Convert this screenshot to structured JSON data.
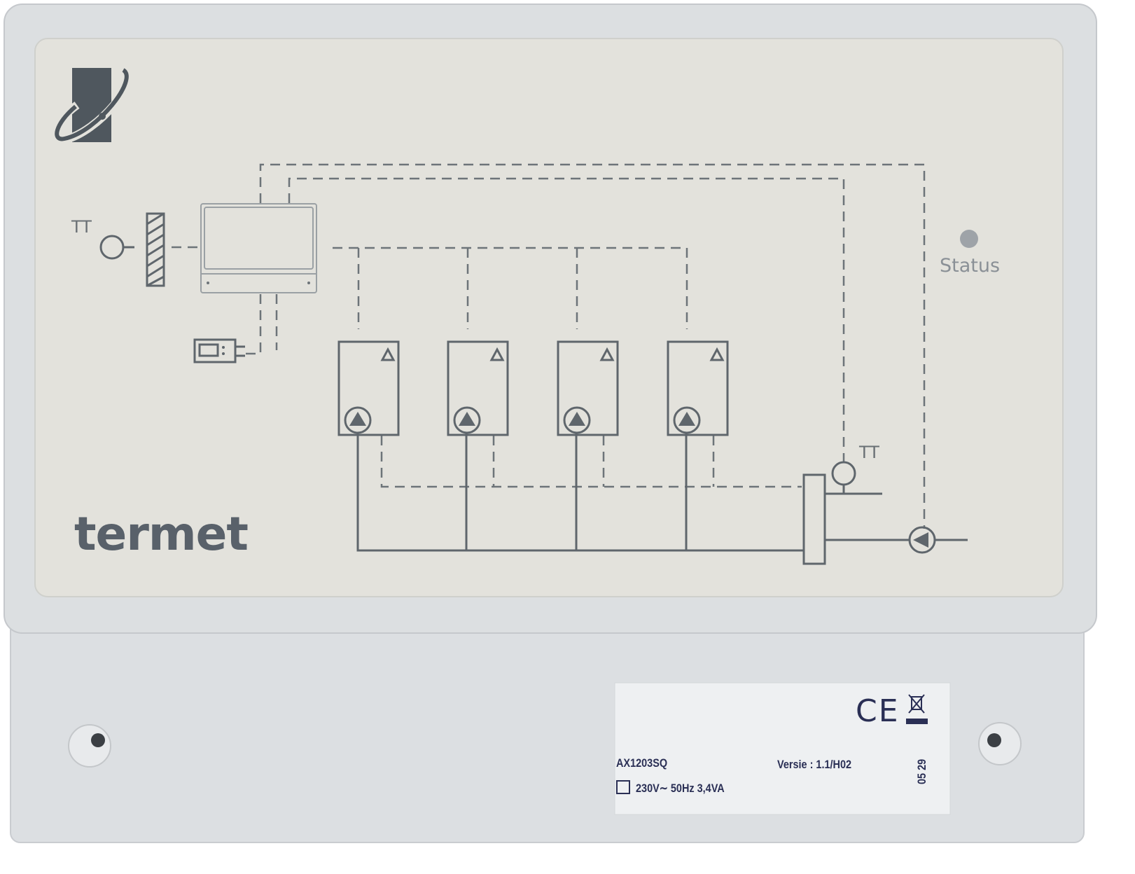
{
  "panel": {
    "brand": "termet",
    "status_label": "Status",
    "sensor_label_left": "TT",
    "sensor_label_right": "TT",
    "colors": {
      "shell": "#dcdfe1",
      "face": "#e3e2dc",
      "ink": "#5a6268",
      "status_led": "#9ea3a8"
    }
  },
  "rating_label": {
    "model": "AX1203SQ",
    "version": "Versie : 1.1/H02",
    "power": "230V∼  50Hz 3,4VA",
    "date_code": "05 29",
    "ce_mark": "CE",
    "weee_icon": "crossed-bin-icon"
  }
}
